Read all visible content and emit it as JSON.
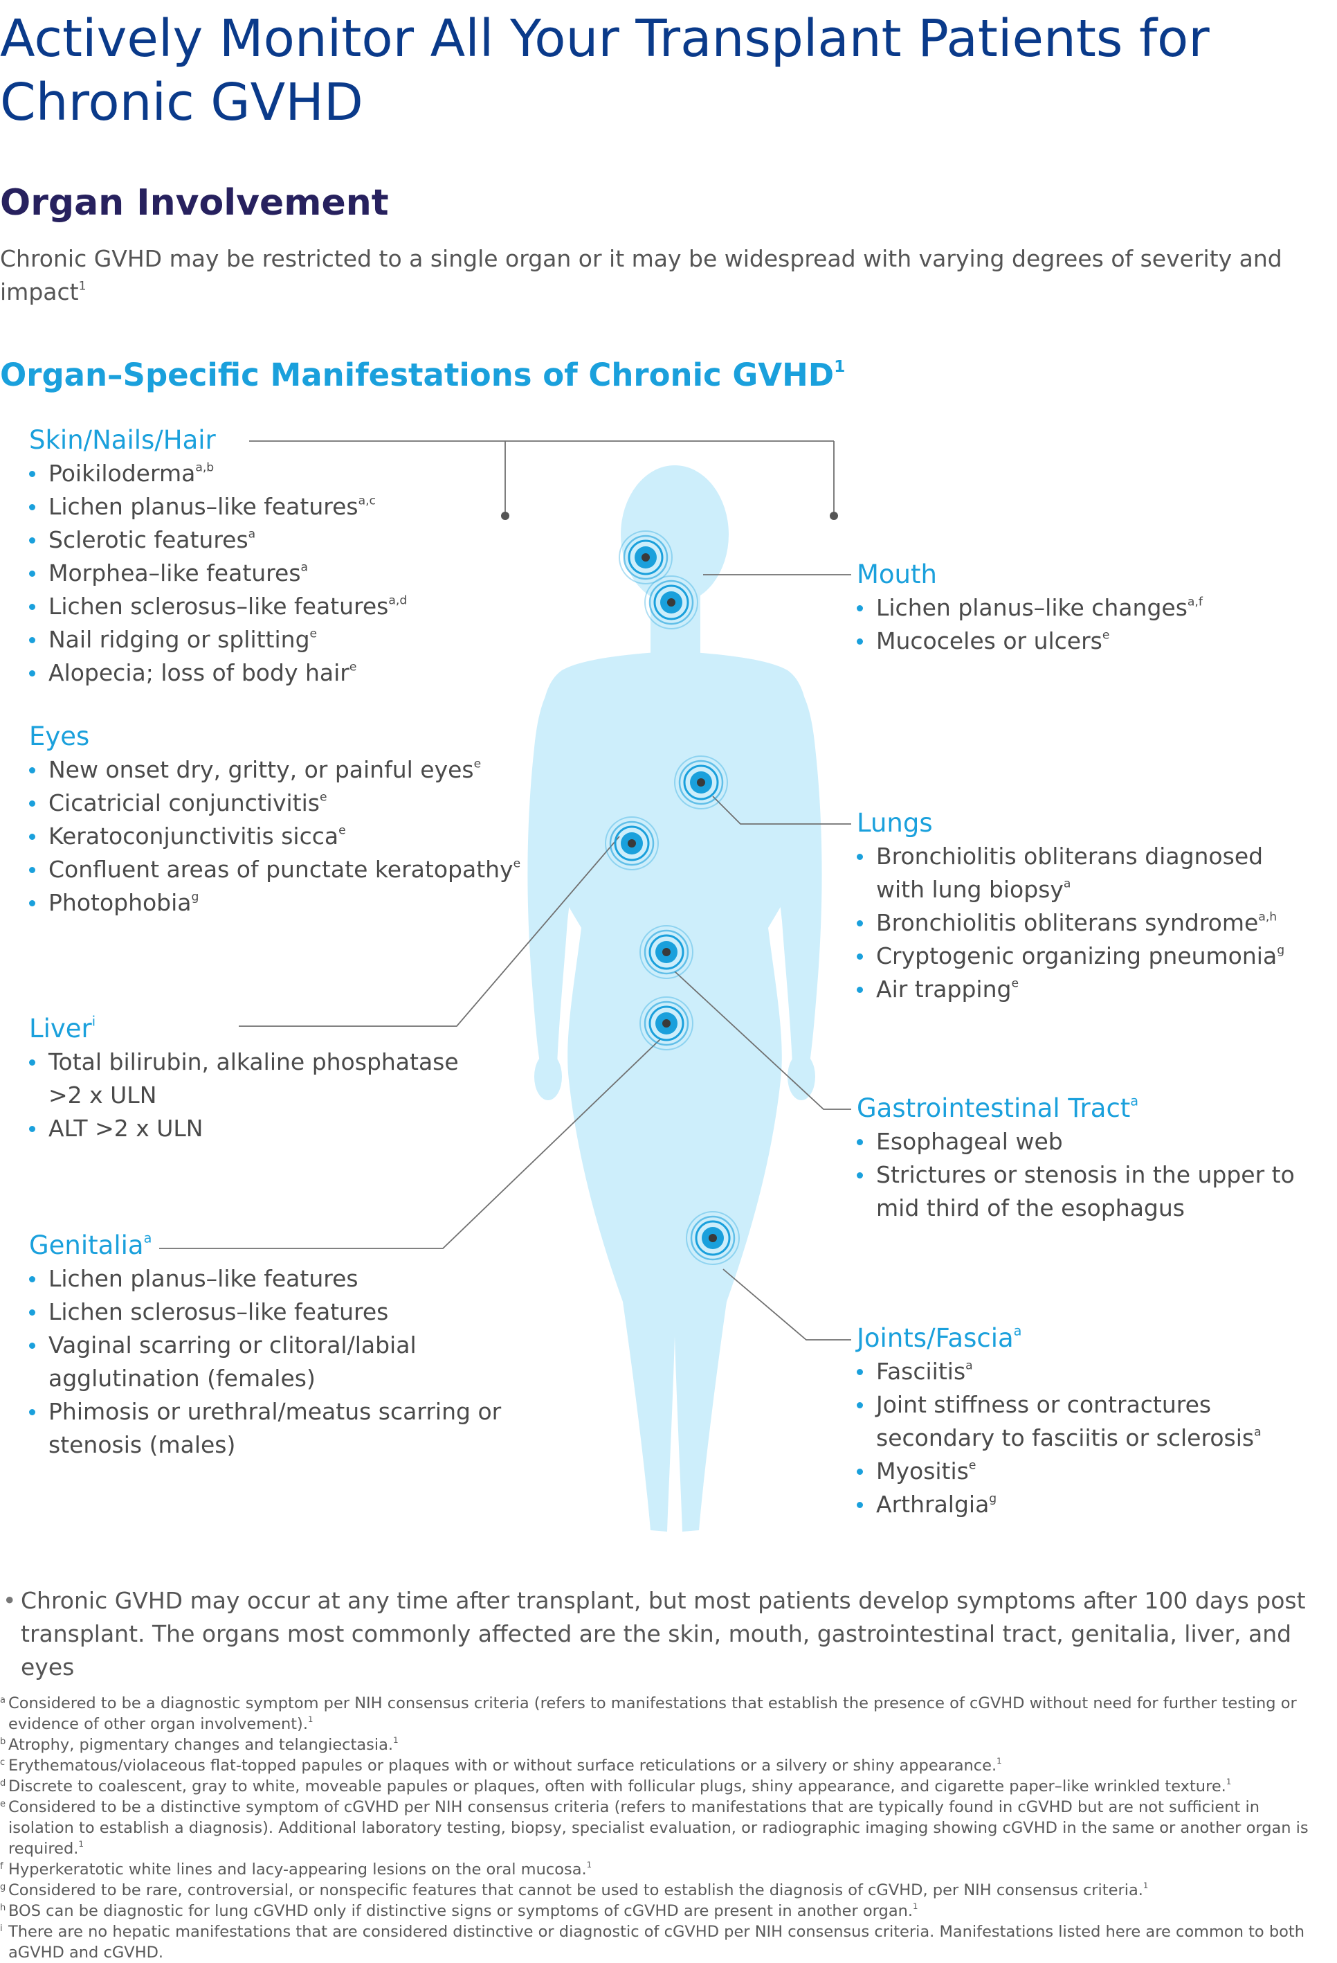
{
  "header": {
    "title": "Actively Monitor All Your Transplant Patients for Chronic GVHD",
    "section_heading": "Organ Involvement",
    "intro_text": "Chronic GVHD may be restricted to a single organ or it may be widespread with varying degrees of severity and impact",
    "intro_ref": "1"
  },
  "diagram": {
    "title": "Organ–Specific Manifestations of Chronic GVHD",
    "title_ref": "1",
    "body_color": "#cdeefb",
    "marker_color": "#1aa0dc",
    "skin": {
      "label": "Skin/Nails/Hair",
      "ref": "",
      "items": [
        {
          "text": "Poikiloderma",
          "ref": "a,b"
        },
        {
          "text": "Lichen planus–like features",
          "ref": "a,c"
        },
        {
          "text": "Sclerotic features",
          "ref": "a"
        },
        {
          "text": "Morphea–like features",
          "ref": "a"
        },
        {
          "text": "Lichen sclerosus–like features",
          "ref": "a,d"
        },
        {
          "text": "Nail ridging or splitting",
          "ref": "e"
        },
        {
          "text": "Alopecia; loss of body hair",
          "ref": "e"
        }
      ]
    },
    "eyes": {
      "label": "Eyes",
      "ref": "",
      "items": [
        {
          "text": "New onset dry, gritty, or painful eyes",
          "ref": "e"
        },
        {
          "text": "Cicatricial conjunctivitis",
          "ref": "e"
        },
        {
          "text": "Keratoconjunctivitis sicca",
          "ref": "e"
        },
        {
          "text": "Confluent areas of punctate keratopathy",
          "ref": "e"
        },
        {
          "text": "Photophobia",
          "ref": "g"
        }
      ]
    },
    "liver": {
      "label": "Liver",
      "ref": "i",
      "items": [
        {
          "text": "Total bilirubin, alkaline phosphatase >2 x ULN",
          "ref": ""
        },
        {
          "text": "ALT >2 x ULN",
          "ref": ""
        }
      ]
    },
    "genitalia": {
      "label": "Genitalia",
      "ref": "a",
      "items": [
        {
          "text": "Lichen planus–like features",
          "ref": ""
        },
        {
          "text": "Lichen sclerosus–like features",
          "ref": ""
        },
        {
          "text": "Vaginal scarring or clitoral/labial agglutination (females)",
          "ref": ""
        },
        {
          "text": "Phimosis or urethral/meatus scarring or stenosis (males)",
          "ref": ""
        }
      ]
    },
    "mouth": {
      "label": "Mouth",
      "ref": "",
      "items": [
        {
          "text": "Lichen planus–like changes",
          "ref": "a,f"
        },
        {
          "text": "Mucoceles or ulcers",
          "ref": "e"
        }
      ]
    },
    "lungs": {
      "label": "Lungs",
      "ref": "",
      "items": [
        {
          "text": "Bronchiolitis obliterans diagnosed with lung biopsy",
          "ref": "a"
        },
        {
          "text": "Bronchiolitis obliterans syndrome",
          "ref": "a,h"
        },
        {
          "text": "Cryptogenic organizing pneumonia",
          "ref": "g"
        },
        {
          "text": "Air trapping",
          "ref": "e"
        }
      ]
    },
    "gi": {
      "label": "Gastrointestinal Tract",
      "ref": "a",
      "items": [
        {
          "text": "Esophageal web",
          "ref": ""
        },
        {
          "text": "Strictures or stenosis in the upper to mid third of the esophagus",
          "ref": ""
        }
      ]
    },
    "joints": {
      "label": "Joints/Fascia",
      "ref": "a",
      "items": [
        {
          "text": "Fasciitis",
          "ref": "a"
        },
        {
          "text": "Joint stiffness or contractures secondary to fasciitis or sclerosis",
          "ref": "a"
        },
        {
          "text": "Myositis",
          "ref": "e"
        },
        {
          "text": "Arthralgia",
          "ref": "g"
        }
      ]
    }
  },
  "summary": {
    "bullet": "•",
    "text": "Chronic GVHD may occur at any time after transplant, but most patients develop symptoms after 100 days post transplant. The organs most commonly affected are the skin, mouth, gastrointestinal tract, genitalia, liver, and eyes"
  },
  "footnotes": [
    {
      "letter": "a",
      "text": "Considered to be a diagnostic symptom per NIH consensus criteria (refers to manifestations that establish the presence of cGVHD without need for further testing or evidence of other organ involvement).",
      "ref": "1"
    },
    {
      "letter": "b",
      "text": "Atrophy, pigmentary changes and telangiectasia.",
      "ref": "1"
    },
    {
      "letter": "c",
      "text": "Erythematous/violaceous flat-topped papules or plaques with or without surface reticulations or a silvery or shiny appearance.",
      "ref": "1"
    },
    {
      "letter": "d",
      "text": "Discrete to coalescent, gray to white, moveable papules or plaques, often with follicular plugs, shiny appearance, and cigarette paper–like wrinkled texture.",
      "ref": "1"
    },
    {
      "letter": "e",
      "text": "Considered to be a distinctive symptom of cGVHD per NIH consensus criteria (refers to manifestations that are typically found in cGVHD but are not sufficient in isolation to establish a diagnosis). Additional laboratory testing, biopsy, specialist evaluation, or radiographic imaging showing cGVHD in the same or another organ is required.",
      "ref": "1"
    },
    {
      "letter": "f",
      "text": "Hyperkeratotic white lines and lacy-appearing lesions on the oral mucosa.",
      "ref": "1"
    },
    {
      "letter": "g",
      "text": "Considered to be rare, controversial, or nonspecific features that cannot be used to establish the diagnosis of cGVHD, per NIH consensus criteria.",
      "ref": "1"
    },
    {
      "letter": "h",
      "text": "BOS can be diagnostic for lung cGVHD only if distinctive signs or symptoms of cGVHD are present in another organ.",
      "ref": "1"
    },
    {
      "letter": "i",
      "text": "There are no hepatic manifestations that are considered distinctive or diagnostic of cGVHD per NIH consensus criteria. Manifestations listed here are common to both aGVHD and cGVHD.",
      "ref": ""
    }
  ]
}
